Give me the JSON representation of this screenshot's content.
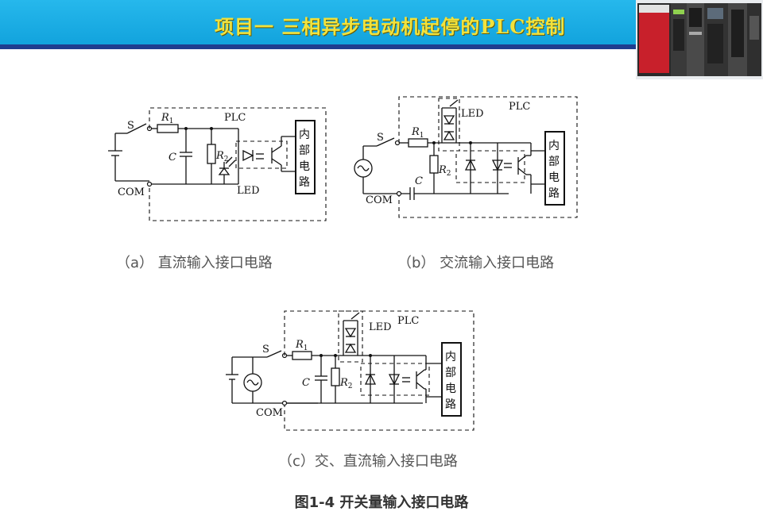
{
  "header": {
    "title": "项目一  三相异步电动机起停的PLC控制"
  },
  "captions": {
    "a": "（a） 直流输入接口电路",
    "b": "（b） 交流输入接口电路",
    "c": "（c）交、直流输入接口电路"
  },
  "figure_title": "图1-4  开关量输入接口电路",
  "labels": {
    "switch": "S",
    "r1": "R",
    "r1_sub": "1",
    "r2": "R",
    "r2_sub": "2",
    "cap": "C",
    "led": "LED",
    "plc": "PLC",
    "com": "COM",
    "internal_1": "内",
    "internal_2": "部",
    "internal_3": "电",
    "internal_4": "路"
  }
}
